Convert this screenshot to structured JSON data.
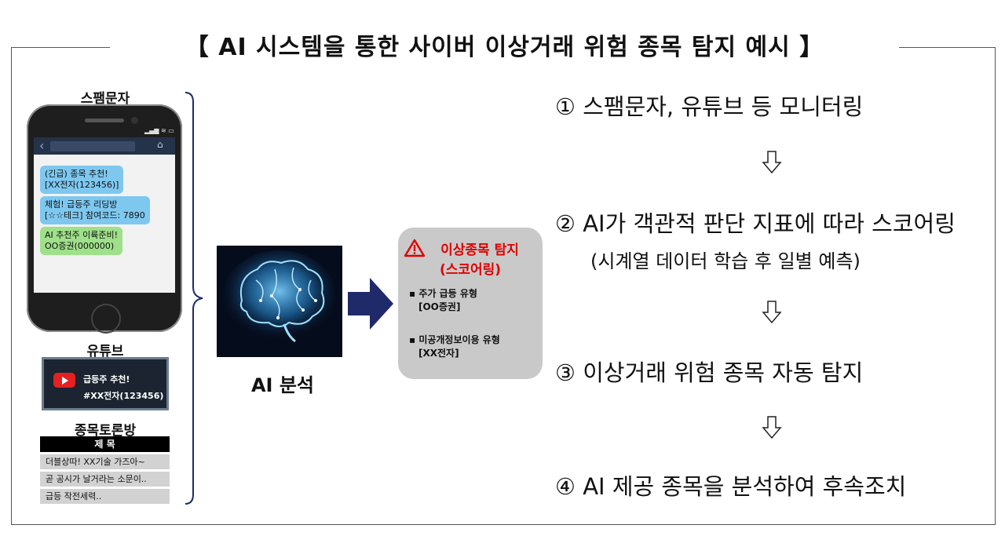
{
  "title": "【 AI 시스템을 통한 사이버 이상거래 위험 종목 탐지 예시 】",
  "sources": {
    "sms": {
      "label": "스팸문자",
      "messages": [
        {
          "line1": "(긴급) 종목 추천!",
          "line2": "[XX전자(123456)]"
        },
        {
          "line1": "체험! 급등주 리딩방",
          "line2": "[☆☆테크] 참여코드: 7890"
        },
        {
          "line1": "AI 추천주 이륙준비!",
          "line2": "OO증권(000000)"
        }
      ]
    },
    "youtube": {
      "label": "유튜브",
      "line1": "급등주 추천!",
      "line2": "#XX전자(123456)"
    },
    "forum": {
      "label": "종목토론방",
      "header": "제 목",
      "rows": [
        "더블상따! XX기술 가즈아~",
        "곧 공시가 날거라는 소문이..",
        "급등 작전세력.."
      ]
    }
  },
  "ai_label": "AI 분석",
  "detection": {
    "title_line1": "이상종목 탐지",
    "title_line2": "(스코어링)",
    "items": [
      {
        "type": "주가 급등 유형",
        "example": "[OO증권]"
      },
      {
        "type": "미공개정보이용 유형",
        "example": "[XX전자]"
      }
    ],
    "alert_color": "#e00000"
  },
  "steps": [
    {
      "text": "① 스팸문자, 유튜브 등 모니터링"
    },
    {
      "text": "② AI가 객관적 판단 지표에 따라 스코어링",
      "sub": "(시계열 데이터 학습 후 일별 예측)"
    },
    {
      "text": "③ 이상거래 위험 종목 자동 탐지"
    },
    {
      "text": "④ AI 제공 종목을 분석하여 후속조치"
    }
  ],
  "colors": {
    "arrow": "#1f2a6b",
    "brain_glow": "#2fa8ff"
  }
}
